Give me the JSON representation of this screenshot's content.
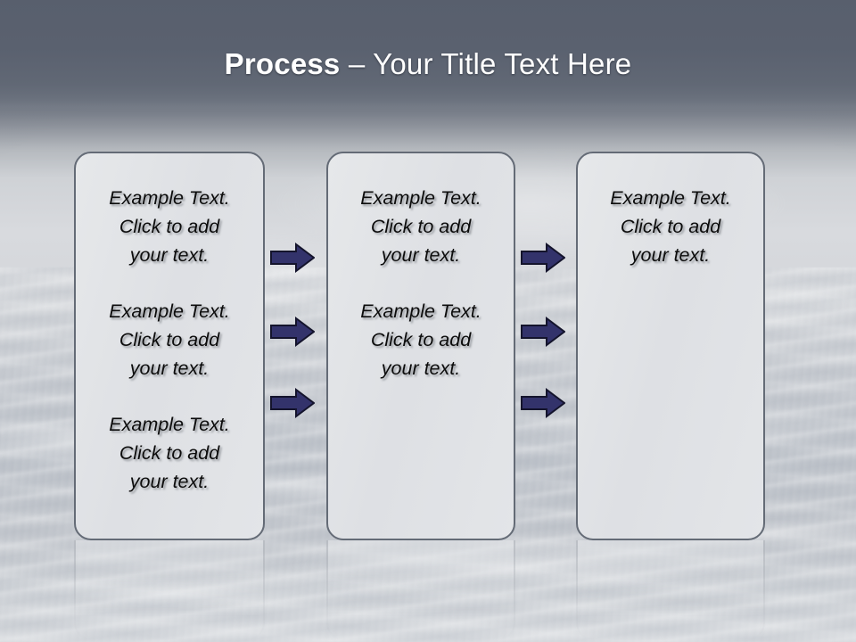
{
  "slide": {
    "title_bold": "Process",
    "title_rest": " – Your Title Text Here",
    "background_description": "stormy-sea-photo",
    "colors": {
      "title_band": "#5b6270",
      "title_text": "#ffffff",
      "box_fill": "#e1e3e6",
      "box_border": "#646b76",
      "arrow_fill": "#33336b",
      "arrow_outline": "#14142c",
      "body_text": "#0c0c0c"
    }
  },
  "columns": [
    {
      "id": "column-1",
      "blocks": [
        "Example Text.\nClick  to add\nyour text.",
        "Example Text.\nClick  to add\nyour text.",
        "Example Text.\nClick  to add\nyour text."
      ]
    },
    {
      "id": "column-2",
      "blocks": [
        "Example Text.\nClick  to add\nyour text.",
        "Example Text.\nClick  to add\nyour text."
      ]
    },
    {
      "id": "column-3",
      "blocks": [
        "Example Text.\nClick  to add\nyour text."
      ]
    }
  ],
  "connectors": {
    "gap_1_label": "arrow-right",
    "gap_2_label": "arrow-right",
    "count_per_gap": 3
  }
}
